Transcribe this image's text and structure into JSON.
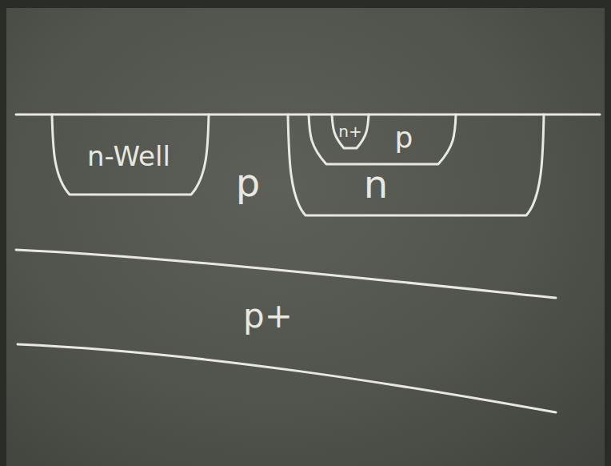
{
  "diagram": {
    "nodes": [
      {
        "text": [
          "p"
        ]
      },
      {
        "text": [
          "n-Well"
        ],
        "in": 0
      },
      {
        "text": [
          "n"
        ],
        "in": 0
      },
      {
        "text": [
          "p"
        ],
        "in": 2
      },
      {
        "text": [
          "n+"
        ],
        "in": 3
      },
      {
        "text": [
          "p+"
        ]
      }
    ]
  }
}
